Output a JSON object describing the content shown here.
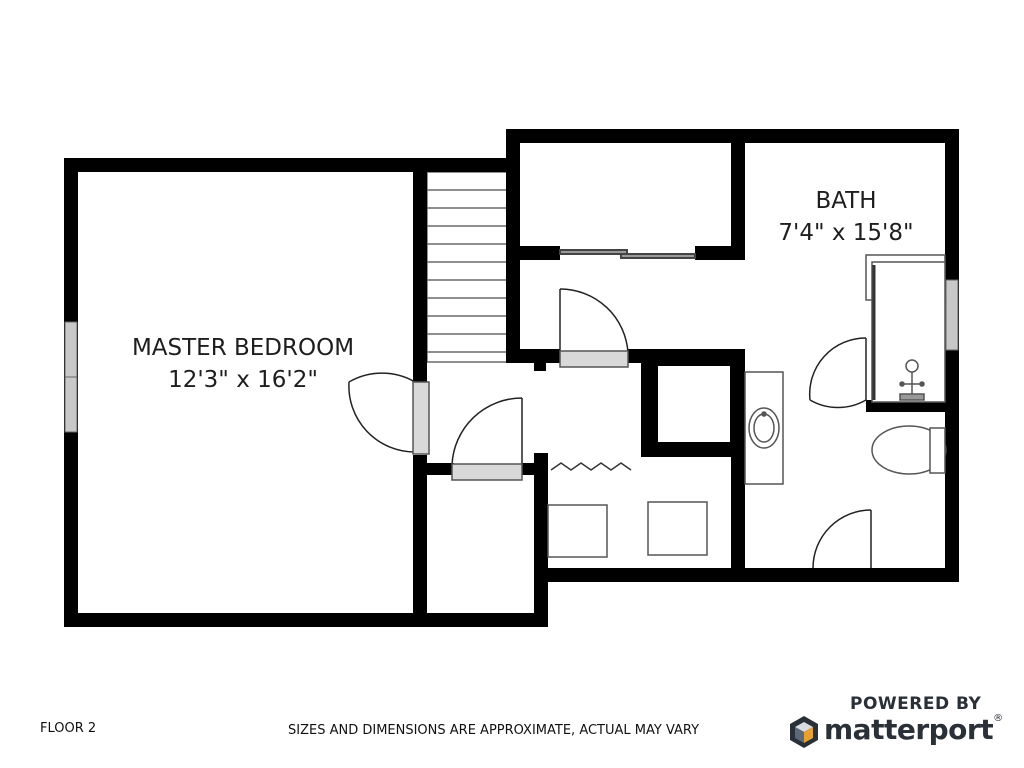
{
  "rooms": {
    "master_bedroom": {
      "name": "MASTER BEDROOM",
      "dimensions": "12'3\" x 16'2\""
    },
    "bath": {
      "name": "BATH",
      "dimensions": "7'4\" x 15'8\""
    }
  },
  "footer": {
    "floor_label": "FLOOR 2",
    "disclaimer": "SIZES AND DIMENSIONS ARE APPROXIMATE, ACTUAL MAY VARY",
    "powered_by": "POWERED BY",
    "brand": "matterport",
    "brand_mark": "®"
  },
  "colors": {
    "wall": "#000000",
    "fixture_outline": "#555555",
    "door_panel": "#d9d9d9",
    "window": "#c8c8c8",
    "brand_dark": "#2a3038",
    "brand_logo_light": "#5a6a7a"
  }
}
